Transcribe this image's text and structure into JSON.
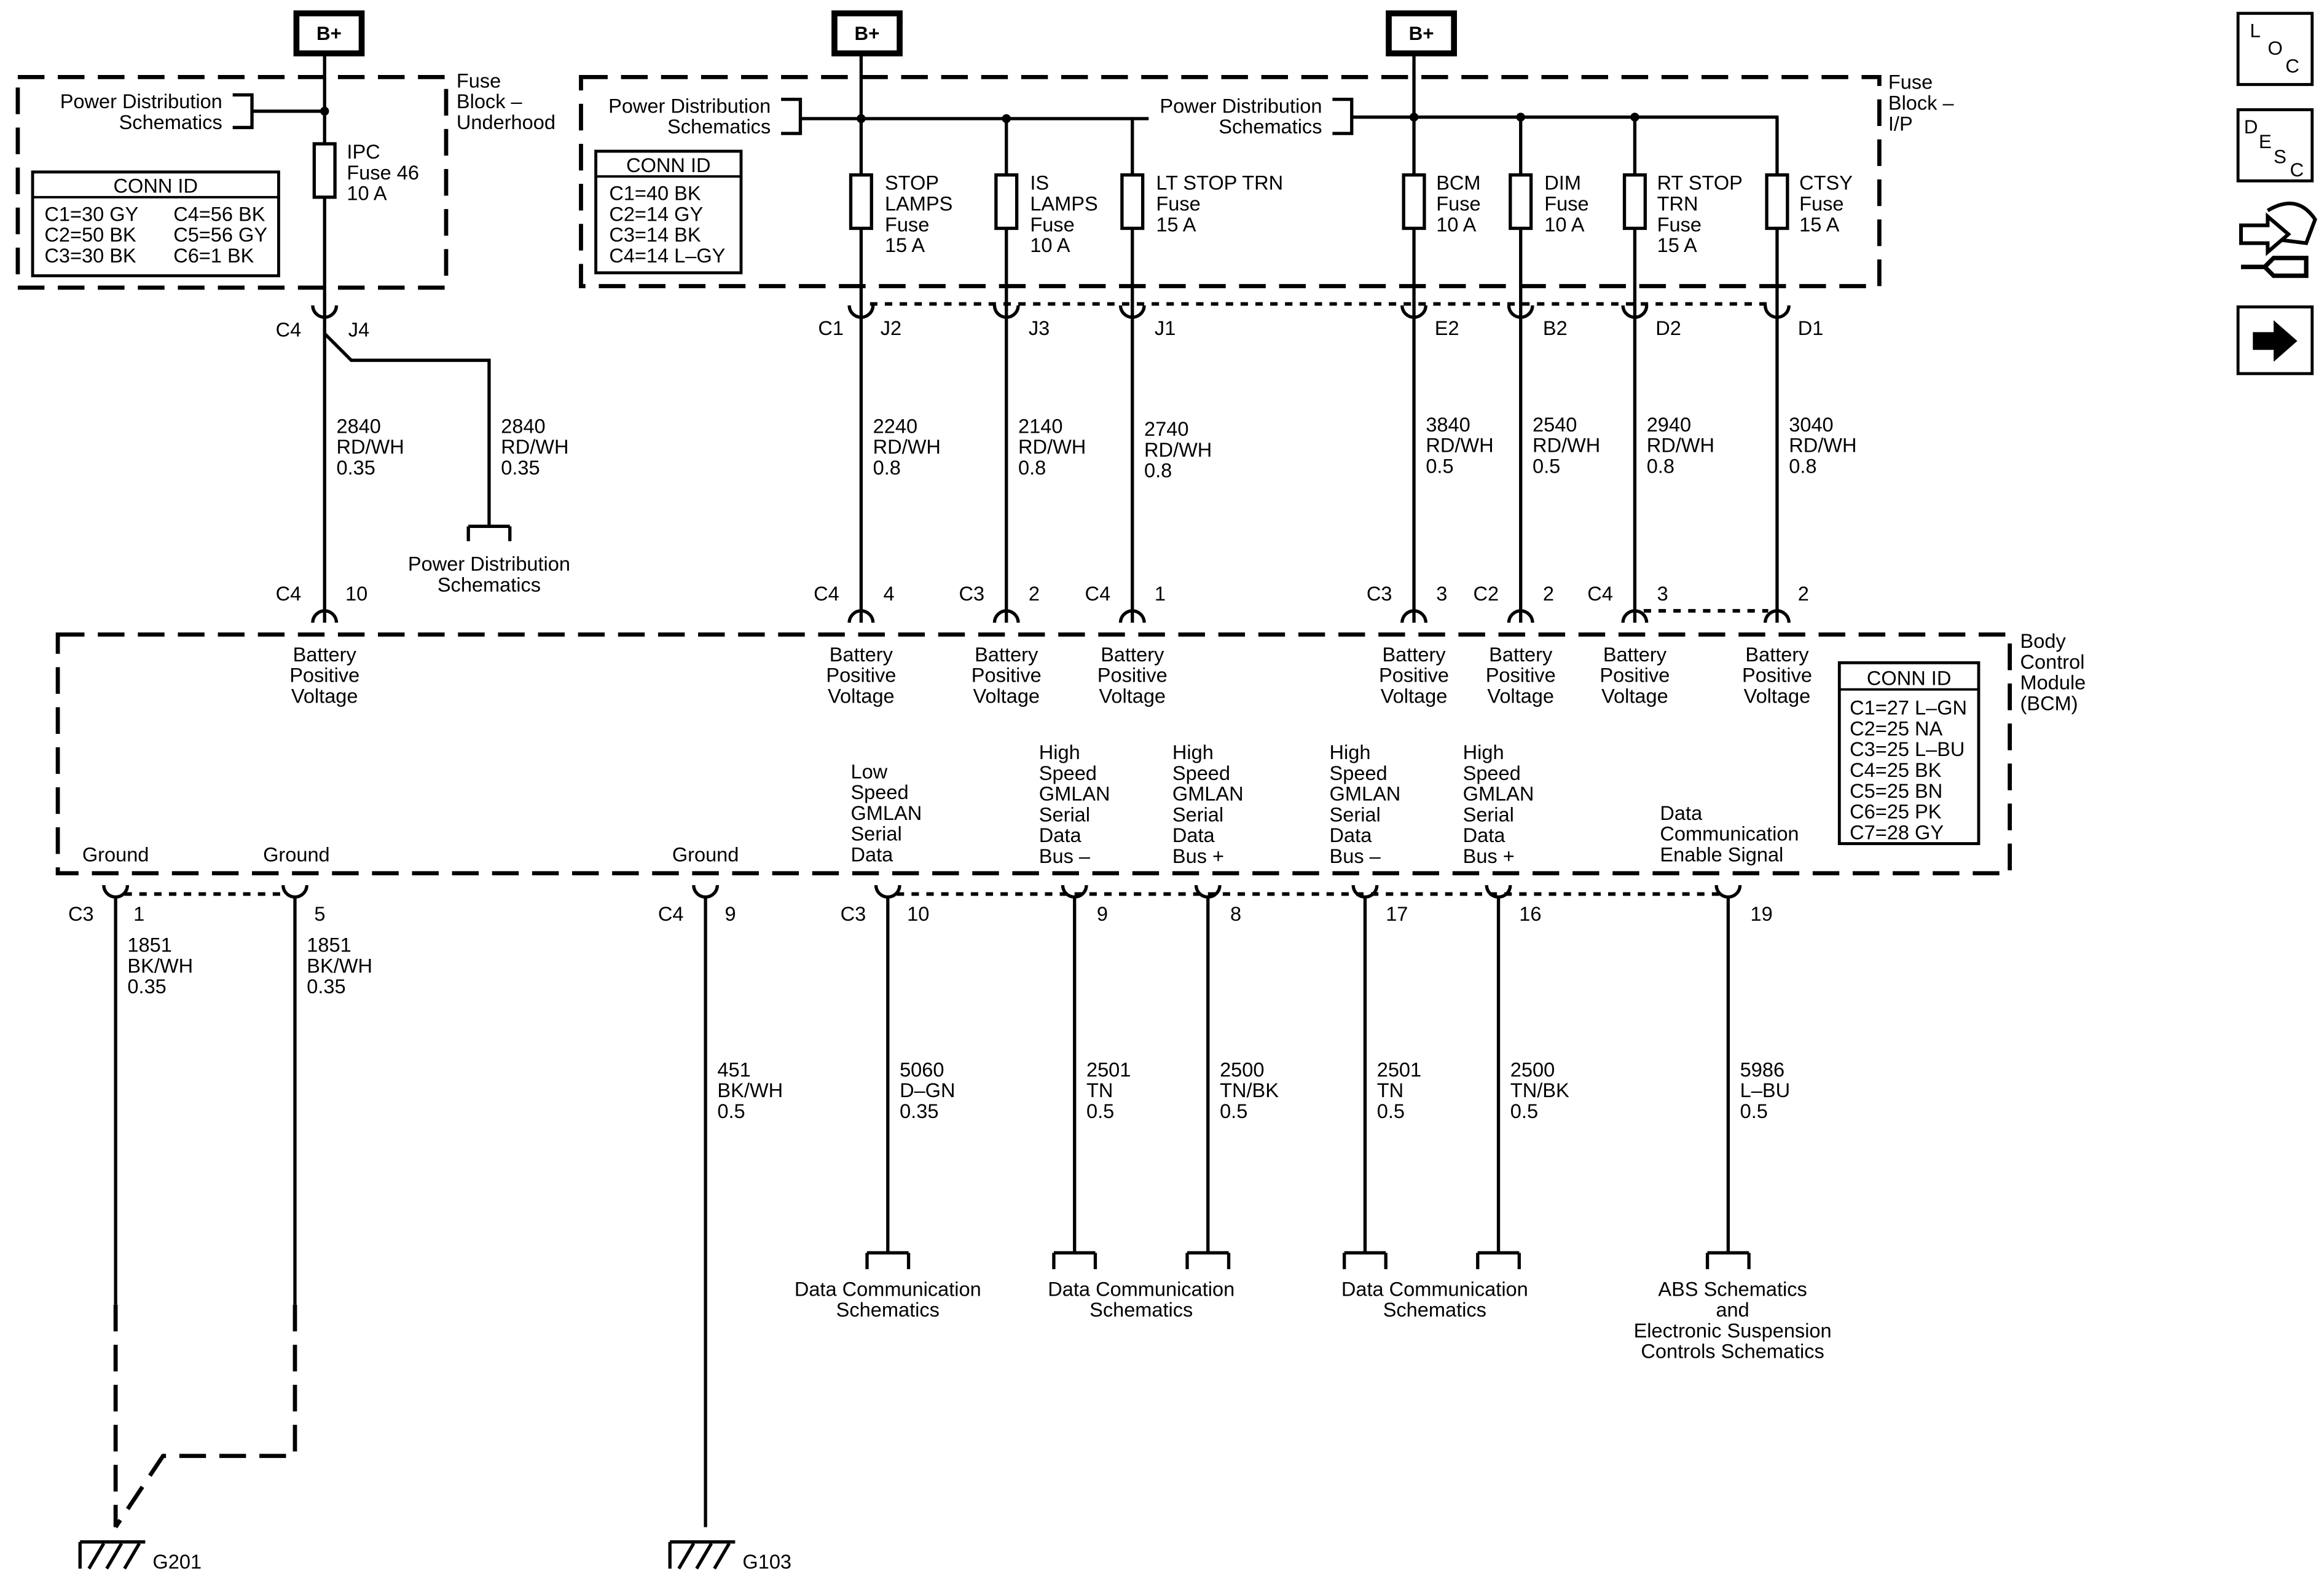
{
  "top_labels": {
    "bplus": [
      "B+",
      "B+",
      "B+"
    ],
    "pds": [
      "Power Distribution",
      "Schematics"
    ],
    "fb_underhood": [
      "Fuse",
      "Block –",
      "Underhood"
    ],
    "fb_ip": [
      "Fuse",
      "Block –",
      "I/P"
    ]
  },
  "conn_id_underhood": {
    "title": "CONN ID",
    "left": [
      "C1=30 GY",
      "C2=50 BK",
      "C3=30 BK"
    ],
    "right": [
      "C4=56 BK",
      "C5=56 GY",
      "C6=1 BK"
    ]
  },
  "conn_id_ip": {
    "title": "CONN ID",
    "rows": [
      "C1=40 BK",
      "C2=14 GY",
      "C3=14 BK",
      "C4=14 L–GY"
    ]
  },
  "conn_id_bcm": {
    "title": "CONN ID",
    "rows": [
      "C1=27 L–GN",
      "C2=25 NA",
      "C3=25 L–BU",
      "C4=25 BK",
      "C5=25 BN",
      "C6=25 PK",
      "C7=28 GY"
    ]
  },
  "fuses": [
    {
      "lines": [
        "IPC",
        "Fuse 46",
        "10 A"
      ]
    },
    {
      "lines": [
        "STOP",
        "LAMPS",
        "Fuse",
        "15 A"
      ]
    },
    {
      "lines": [
        "IS",
        "LAMPS",
        "Fuse",
        "10 A"
      ]
    },
    {
      "lines": [
        "LT STOP TRN",
        "Fuse",
        "15 A"
      ]
    },
    {
      "lines": [
        "BCM",
        "Fuse",
        "10 A"
      ]
    },
    {
      "lines": [
        "DIM",
        "Fuse",
        "10 A"
      ]
    },
    {
      "lines": [
        "RT STOP",
        "TRN",
        "Fuse",
        "15 A"
      ]
    },
    {
      "lines": [
        "CTSY",
        "Fuse",
        "15 A"
      ]
    }
  ],
  "fuse_block_pins": {
    "c4": "C4",
    "j4": "J4",
    "c1": "C1",
    "pins": [
      "J2",
      "J3",
      "J1",
      "E2",
      "B2",
      "D2",
      "D1"
    ]
  },
  "upper_wires": [
    {
      "lines": [
        "2840",
        "RD/WH",
        "0.35"
      ]
    },
    {
      "lines": [
        "2840",
        "RD/WH",
        "0.35"
      ]
    },
    {
      "lines": [
        "2240",
        "RD/WH",
        "0.8"
      ]
    },
    {
      "lines": [
        "2140",
        "RD/WH",
        "0.8"
      ]
    },
    {
      "lines": [
        "2740",
        "RD/WH",
        "0.8"
      ]
    },
    {
      "lines": [
        "3840",
        "RD/WH",
        "0.5"
      ]
    },
    {
      "lines": [
        "2540",
        "RD/WH",
        "0.5"
      ]
    },
    {
      "lines": [
        "2940",
        "RD/WH",
        "0.8"
      ]
    },
    {
      "lines": [
        "3040",
        "RD/WH",
        "0.8"
      ]
    }
  ],
  "bcm_upper_pins": [
    {
      "conn": "C4",
      "pin": "10"
    },
    {
      "conn": "C4",
      "pin": "4"
    },
    {
      "conn": "C3",
      "pin": "2"
    },
    {
      "conn": "C4",
      "pin": "1"
    },
    {
      "conn": "C3",
      "pin": "3"
    },
    {
      "conn": "C2",
      "pin": "2"
    },
    {
      "conn": "C4",
      "pin": "3"
    },
    {
      "conn": "",
      "pin": "2"
    }
  ],
  "battery_label": [
    "Battery",
    "Positive",
    "Voltage"
  ],
  "bcm": {
    "lines": [
      "Body",
      "Control",
      "Module",
      "(BCM)"
    ]
  },
  "bcm_inner": {
    "ground": "Ground",
    "low_speed": [
      "Low",
      "Speed",
      "GMLAN",
      "Serial",
      "Data"
    ],
    "hs_minus": [
      "High",
      "Speed",
      "GMLAN",
      "Serial",
      "Data",
      "Bus –"
    ],
    "hs_plus": [
      "High",
      "Speed",
      "GMLAN",
      "Serial",
      "Data",
      "Bus +"
    ],
    "dce": [
      "Data",
      "Communication",
      "Enable Signal"
    ]
  },
  "bcm_lower_pins": [
    {
      "conn": "C3",
      "pin": "1"
    },
    {
      "conn": "",
      "pin": "5"
    },
    {
      "conn": "C4",
      "pin": "9"
    },
    {
      "conn": "C3",
      "pin": "10"
    },
    {
      "conn": "",
      "pin": "9"
    },
    {
      "conn": "",
      "pin": "8"
    },
    {
      "conn": "",
      "pin": "17"
    },
    {
      "conn": "",
      "pin": "16"
    },
    {
      "conn": "",
      "pin": "19"
    }
  ],
  "lower_wires": [
    {
      "lines": [
        "1851",
        "BK/WH",
        "0.35"
      ]
    },
    {
      "lines": [
        "1851",
        "BK/WH",
        "0.35"
      ]
    },
    {
      "lines": [
        "451",
        "BK/WH",
        "0.5"
      ]
    },
    {
      "lines": [
        "5060",
        "D–GN",
        "0.35"
      ]
    },
    {
      "lines": [
        "2501",
        "TN",
        "0.5"
      ]
    },
    {
      "lines": [
        "2500",
        "TN/BK",
        "0.5"
      ]
    },
    {
      "lines": [
        "2501",
        "TN",
        "0.5"
      ]
    },
    {
      "lines": [
        "2500",
        "TN/BK",
        "0.5"
      ]
    },
    {
      "lines": [
        "5986",
        "L–BU",
        "0.5"
      ]
    }
  ],
  "bottom_refs": {
    "dcs": [
      "Data Communication",
      "Schematics"
    ],
    "abs": [
      "ABS Schematics",
      "and",
      "Electronic Suspension",
      "Controls Schematics"
    ]
  },
  "grounds": [
    "G201",
    "G103"
  ],
  "nav": {
    "loc": [
      "L",
      "O",
      "C"
    ],
    "desc": [
      "D",
      "E",
      "S",
      "C"
    ],
    "tool_icon": "connector-wrench-icon",
    "next_icon": "right-arrow-icon"
  }
}
